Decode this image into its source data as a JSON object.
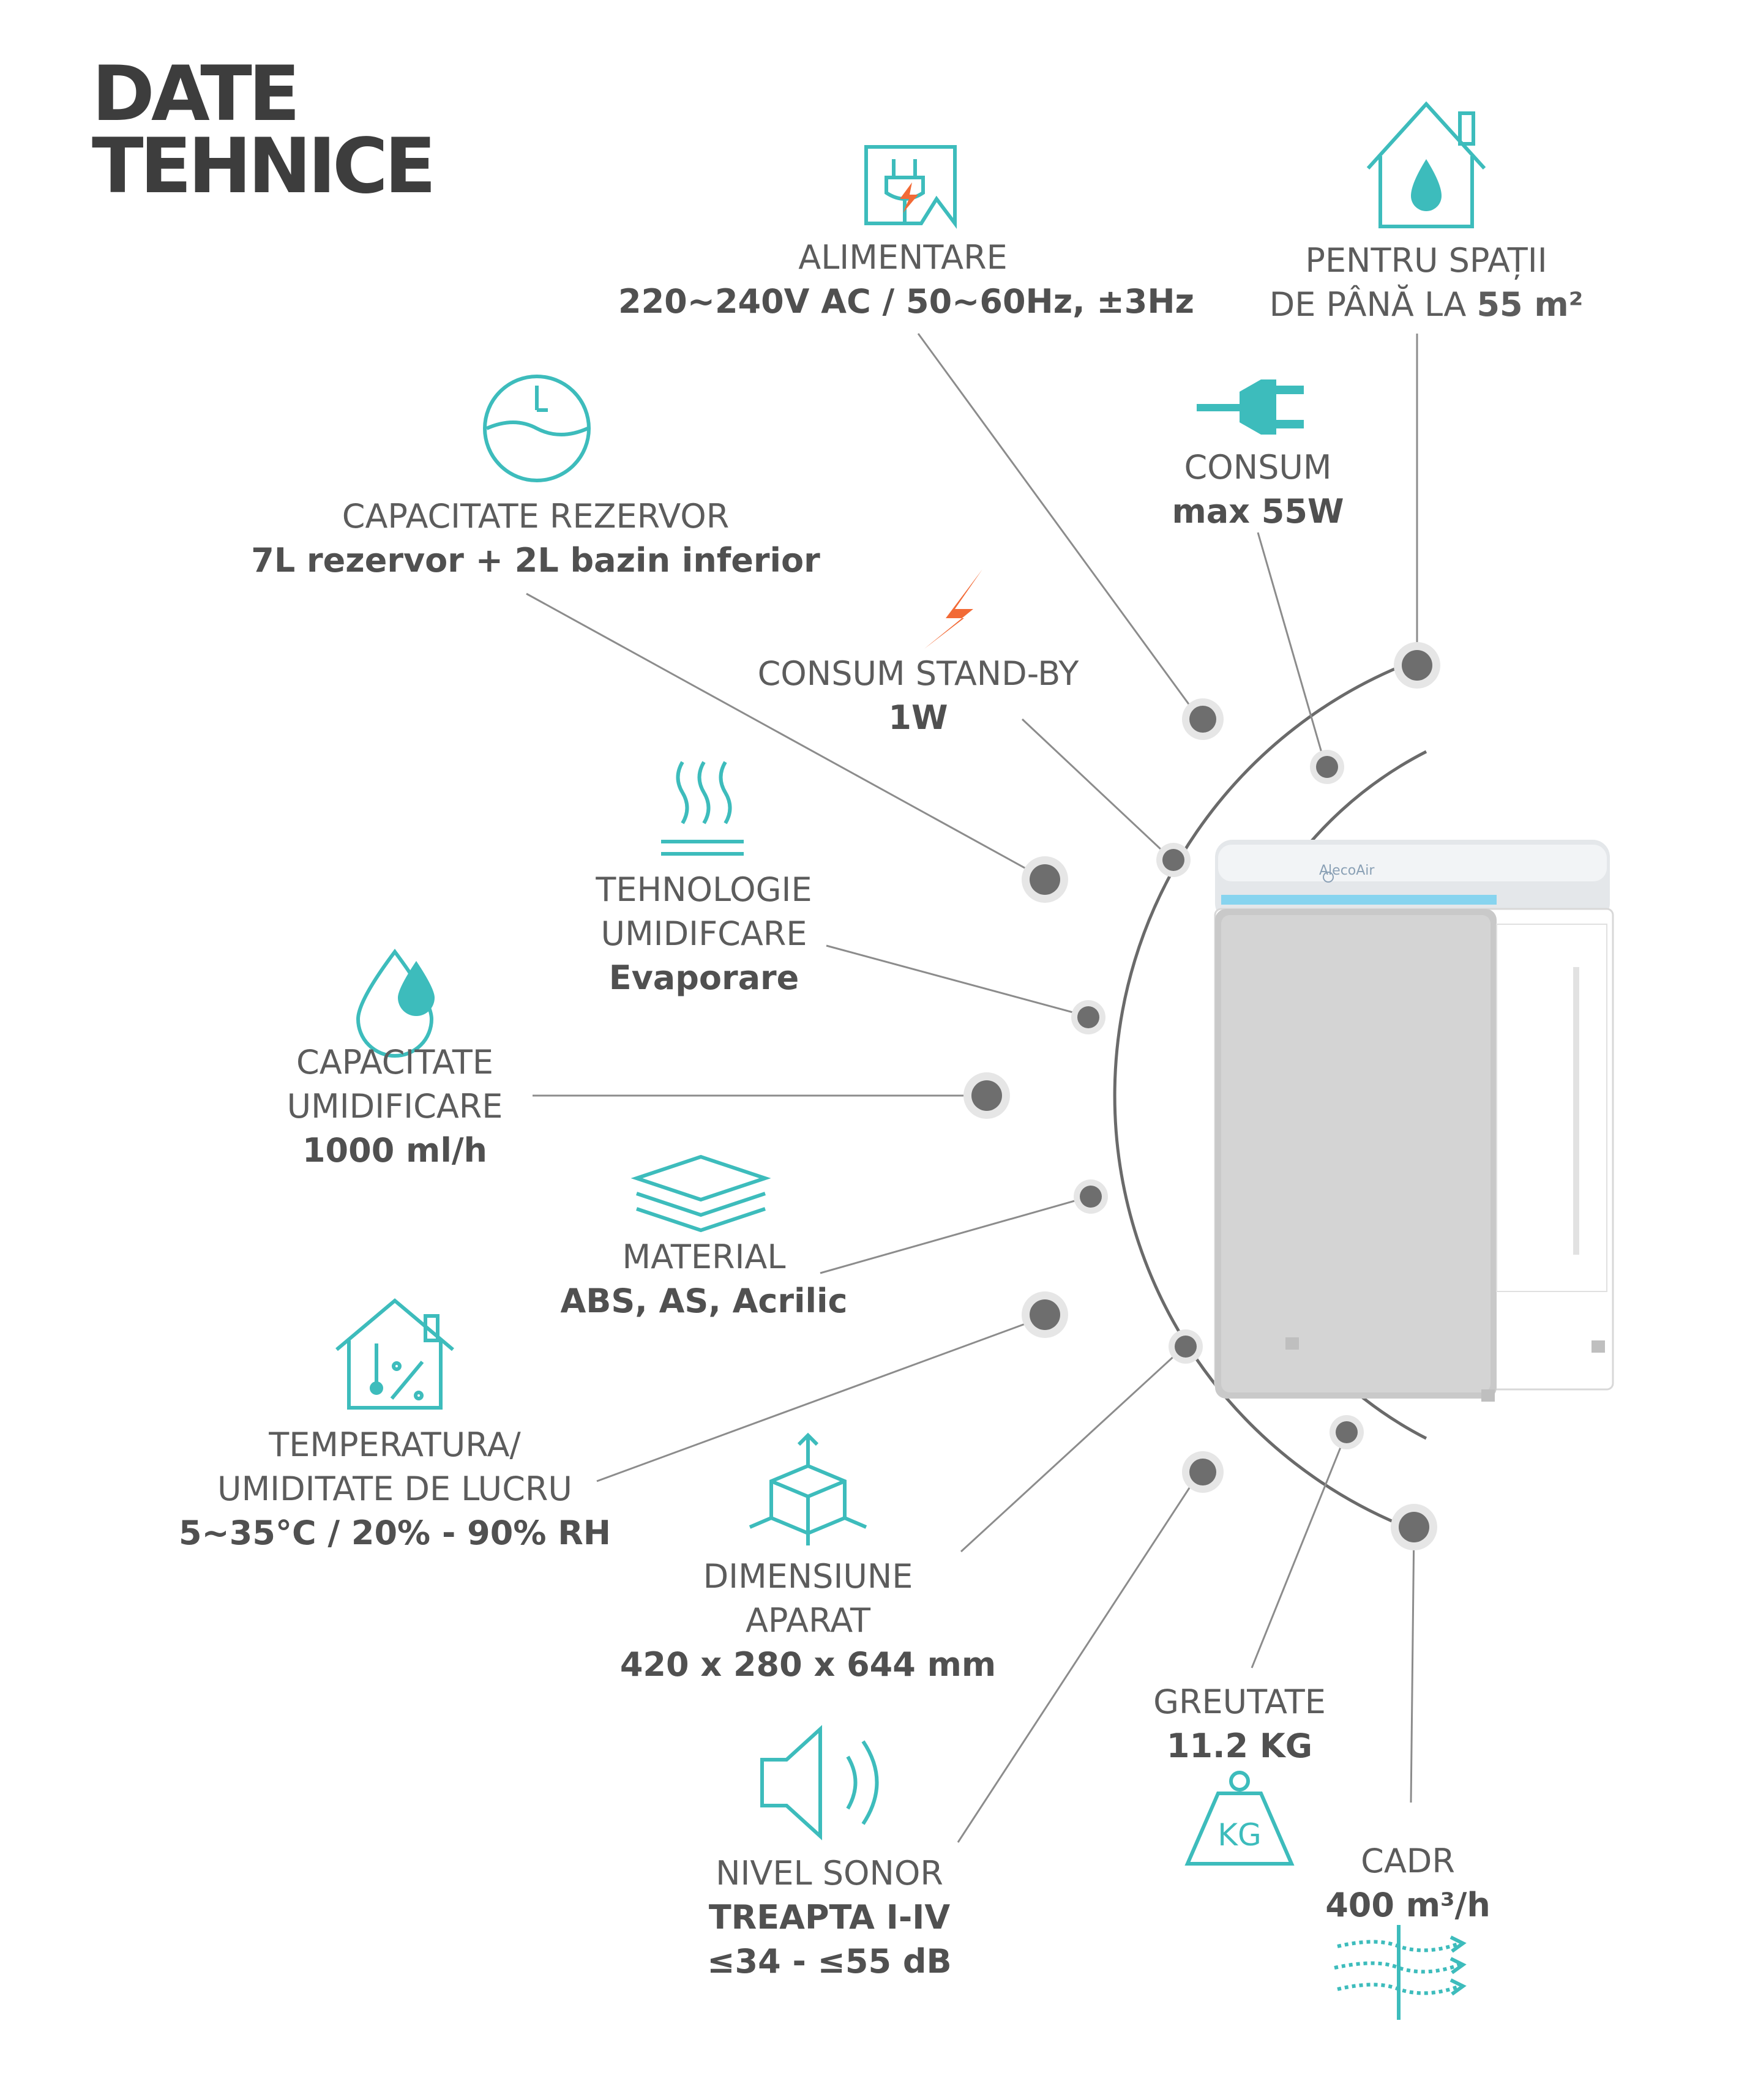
{
  "page": {
    "title_line1": "DATE",
    "title_line2": "TEHNICE"
  },
  "specs": {
    "alimentare": {
      "icon": "socket-icon",
      "label": "ALIMENTARE",
      "value": "220~240V AC / 50~60Hz, ±3Hz"
    },
    "spatii": {
      "icon": "house-water-drop-icon",
      "label1": "PENTRU SPAȚII",
      "label2_prefix": "DE PÂNĂ LA ",
      "label2_value": "55 m²"
    },
    "consum": {
      "icon": "plug-icon",
      "label": "CONSUM",
      "value": "max 55W"
    },
    "rezervor": {
      "icon": "water-tank-clock-icon",
      "label": "CAPACITATE REZERVOR",
      "value": "7L rezervor + 2L bazin inferior"
    },
    "standby": {
      "icon": "lightning-icon",
      "label": "CONSUM STAND-BY",
      "value": "1W"
    },
    "tehnologie": {
      "icon": "evaporation-icon",
      "label1": "TEHNOLOGIE",
      "label2": "UMIDIFCARE",
      "value": "Evaporare"
    },
    "capacitate_umidificare": {
      "icon": "water-drops-icon",
      "label1": "CAPACITATE",
      "label2": "UMIDIFICARE",
      "value": "1000 ml/h"
    },
    "material": {
      "icon": "layers-icon",
      "label": "MATERIAL",
      "value": "ABS, AS, Acrilic"
    },
    "temperatura": {
      "icon": "house-thermometer-icon",
      "label1": "TEMPERATURA/",
      "label2": "UMIDITATE DE LUCRU",
      "value": "5~35°C / 20% - 90% RH"
    },
    "dimensiune": {
      "icon": "box-dimensions-icon",
      "label1": "DIMENSIUNE",
      "label2": "APARAT",
      "value": "420 x 280 x 644 mm"
    },
    "greutate": {
      "icon": "weight-kg-icon",
      "label": "GREUTATE",
      "value": "11.2 KG",
      "icon_text": "KG"
    },
    "nivel_sonor": {
      "icon": "speaker-icon",
      "label": "NIVEL SONOR",
      "value1": "TREAPTA I-IV",
      "value2": "≤34 - ≤55 dB"
    },
    "cadr": {
      "icon": "airflow-icon",
      "label": "CADR",
      "value": "400 m³/h"
    }
  },
  "device": {
    "brand": "AlecoAir"
  },
  "colors": {
    "accent": "#3dbcbc",
    "lightning": "#f26a36",
    "text": "#5a5a5a",
    "line": "#8c8c8c",
    "dot": "#6e6e6e"
  }
}
